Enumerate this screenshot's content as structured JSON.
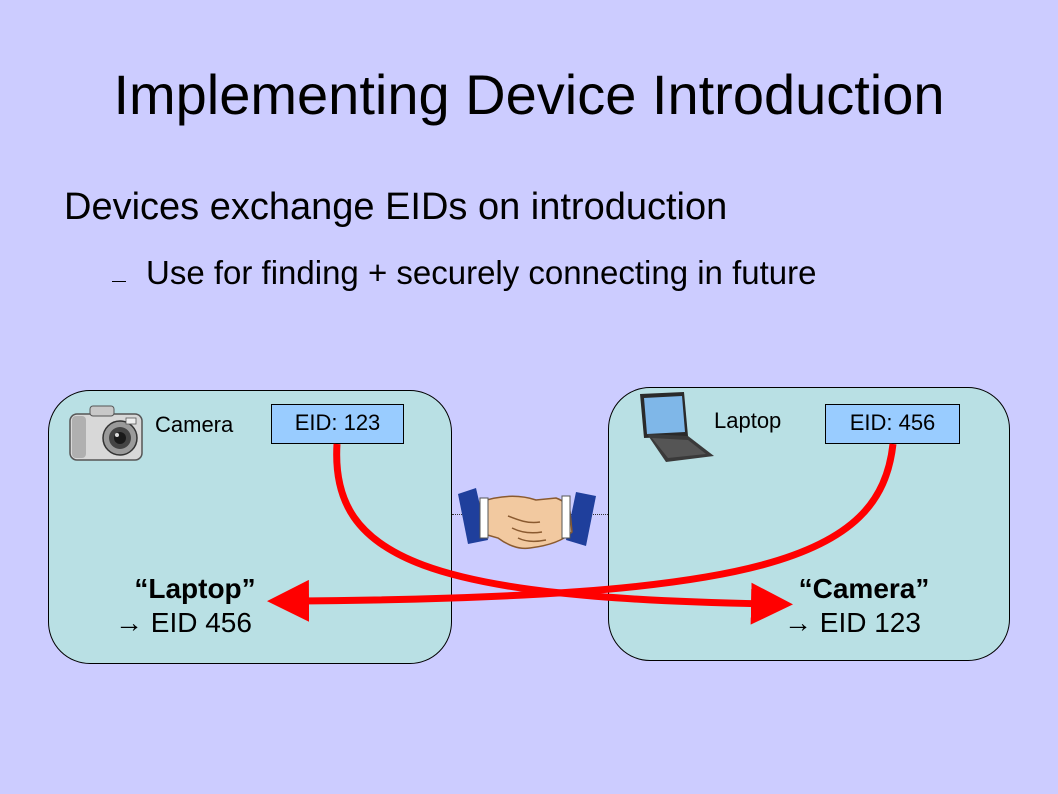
{
  "slide": {
    "title": "Implementing Device Introduction",
    "bullet": "Devices exchange EIDs on introduction",
    "sub_bullet": "Use for finding + securely connecting in future"
  },
  "camera": {
    "label": "Camera",
    "eid": "EID: 123",
    "mapping_name": "“Laptop”",
    "mapping_value": "→ EID 456"
  },
  "laptop": {
    "label": "Laptop",
    "eid": "EID: 456",
    "mapping_name": "“Camera”",
    "mapping_value": "→ EID 123"
  },
  "colors": {
    "background": "#ccccff",
    "panel": "#b9e0e4",
    "eid_box": "#99ccff",
    "arrow": "#ff0000"
  }
}
